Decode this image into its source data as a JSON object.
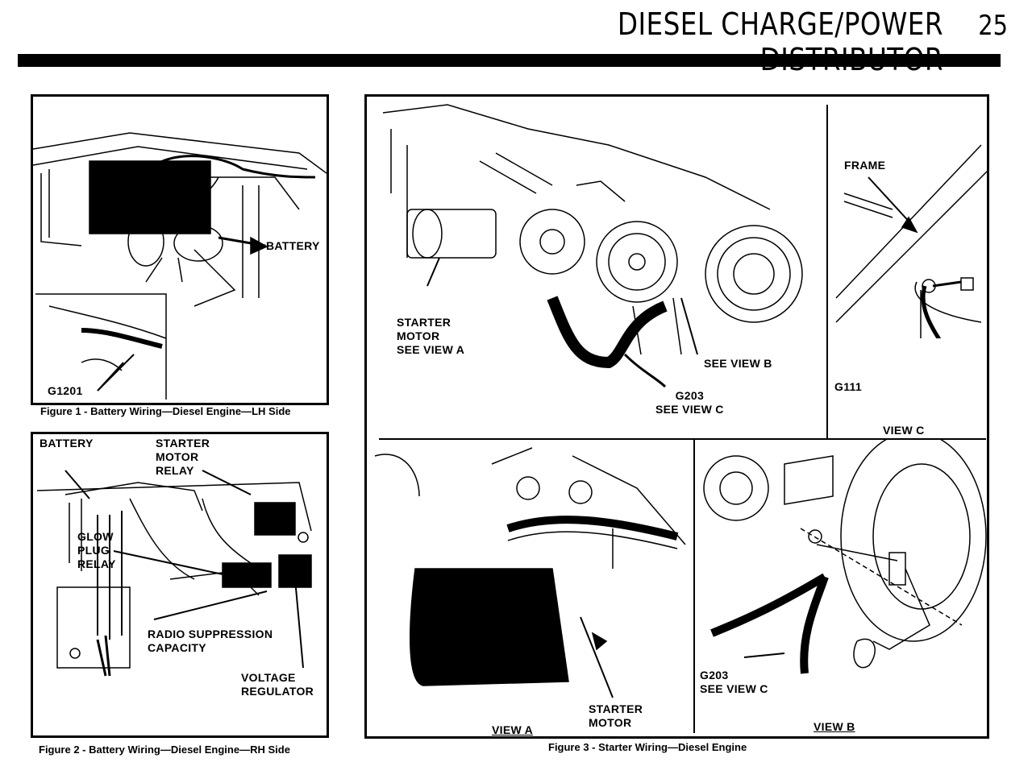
{
  "header": {
    "title": "DIESEL CHARGE/POWER DISTRIBUTOR",
    "page_number": "25"
  },
  "figure1": {
    "caption": "Figure 1 - Battery Wiring—Diesel Engine—LH Side",
    "labels": {
      "battery": "BATTERY",
      "ground": "G1201"
    }
  },
  "figure2": {
    "caption": "Figure 2 - Battery Wiring—Diesel Engine—RH Side",
    "labels": {
      "battery": "BATTERY",
      "starter_relay": "STARTER\nMOTOR\nRELAY",
      "glow_plug": "GLOW\nPLUG\nRELAY",
      "radio": "RADIO SUPPRESSION\nCAPACITY",
      "voltage": "VOLTAGE\nREGULATOR"
    }
  },
  "figure3": {
    "caption": "Figure 3 - Starter Wiring—Diesel Engine",
    "main": {
      "starter": "STARTER\nMOTOR\nSEE VIEW A",
      "view_b": "SEE VIEW B",
      "g203": "G203\nSEE VIEW C"
    },
    "view_c": {
      "frame": "FRAME",
      "ground": "G111",
      "title": "VIEW C"
    },
    "view_a": {
      "title": "VIEW A",
      "starter": "STARTER\nMOTOR"
    },
    "view_b": {
      "g203": "G203\nSEE VIEW C",
      "title": "VIEW B"
    }
  }
}
